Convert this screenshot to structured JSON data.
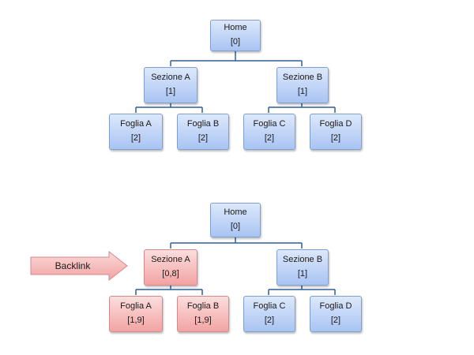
{
  "colors": {
    "node_blue": "#a9c4f3",
    "node_red": "#f3a3a3",
    "connector": "#2f5f9a",
    "arrow_fill": "#f6b9b9"
  },
  "diagrams": [
    {
      "nodes": [
        {
          "id": "t-home",
          "label": "Home",
          "value": "[0]",
          "highlight": false
        },
        {
          "id": "t-sezione-a",
          "label": "Sezione A",
          "value": "[1]",
          "highlight": false
        },
        {
          "id": "t-sezione-b",
          "label": "Sezione B",
          "value": "[1]",
          "highlight": false
        },
        {
          "id": "t-foglia-a",
          "label": "Foglia A",
          "value": "[2]",
          "highlight": false
        },
        {
          "id": "t-foglia-b",
          "label": "Foglia B",
          "value": "[2]",
          "highlight": false
        },
        {
          "id": "t-foglia-c",
          "label": "Foglia C",
          "value": "[2]",
          "highlight": false
        },
        {
          "id": "t-foglia-d",
          "label": "Foglia D",
          "value": "[2]",
          "highlight": false
        }
      ]
    },
    {
      "nodes": [
        {
          "id": "b-home",
          "label": "Home",
          "value": "[0]",
          "highlight": false
        },
        {
          "id": "b-sezione-a",
          "label": "Sezione A",
          "value": "[0,8]",
          "highlight": true
        },
        {
          "id": "b-sezione-b",
          "label": "Sezione B",
          "value": "[1]",
          "highlight": false
        },
        {
          "id": "b-foglia-a",
          "label": "Foglia A",
          "value": "[1,9]",
          "highlight": true
        },
        {
          "id": "b-foglia-b",
          "label": "Foglia B",
          "value": "[1,9]",
          "highlight": true
        },
        {
          "id": "b-foglia-c",
          "label": "Foglia C",
          "value": "[2]",
          "highlight": false
        },
        {
          "id": "b-foglia-d",
          "label": "Foglia D",
          "value": "[2]",
          "highlight": false
        }
      ]
    }
  ],
  "callout": {
    "label": "Backlink"
  }
}
